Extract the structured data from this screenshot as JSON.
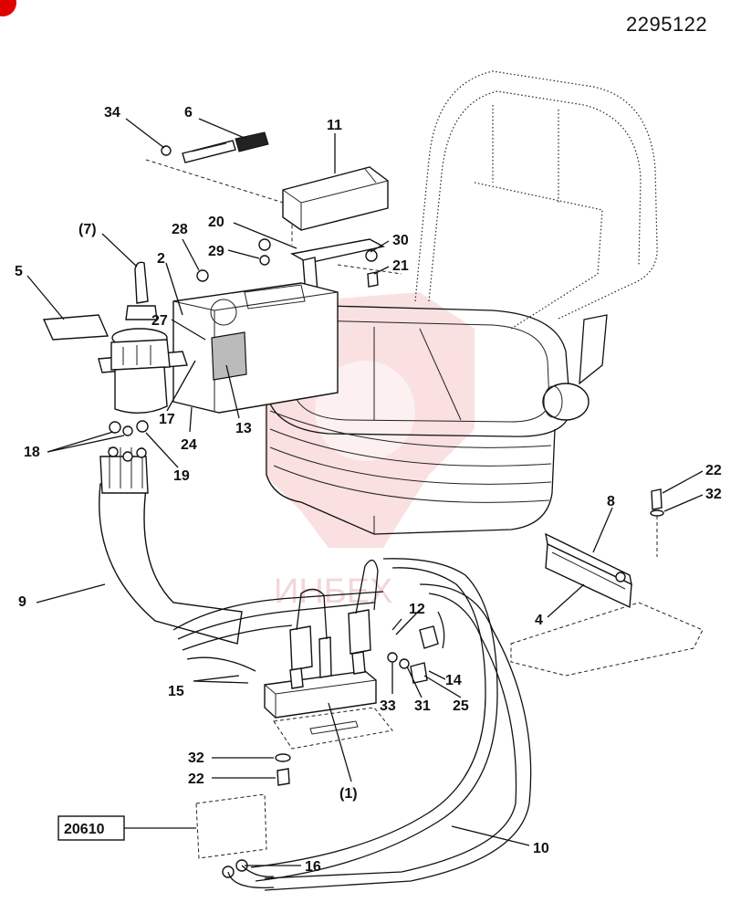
{
  "document_number": "2295122",
  "reference_box": "20610",
  "watermark_text": "ИНБЕХ",
  "colors": {
    "corner_mark": "#e00000",
    "watermark": "#f2b0b0",
    "line": "#111111"
  },
  "callouts": {
    "c34": "34",
    "c6": "6",
    "c11": "11",
    "c7": "(7)",
    "c28": "28",
    "c20": "20",
    "c29": "29",
    "c30": "30",
    "c21": "21",
    "c2": "2",
    "c5": "5",
    "c27": "27",
    "c17": "17",
    "c13": "13",
    "c24": "24",
    "c18": "18",
    "c19": "19",
    "c22a": "22",
    "c32a": "32",
    "c8": "8",
    "c4": "4",
    "c9": "9",
    "c12": "12",
    "c14": "14",
    "c15": "15",
    "c33": "33",
    "c31": "31",
    "c25": "25",
    "c32b": "32",
    "c22b": "22",
    "c1": "(1)",
    "c10": "10",
    "c16": "16"
  }
}
